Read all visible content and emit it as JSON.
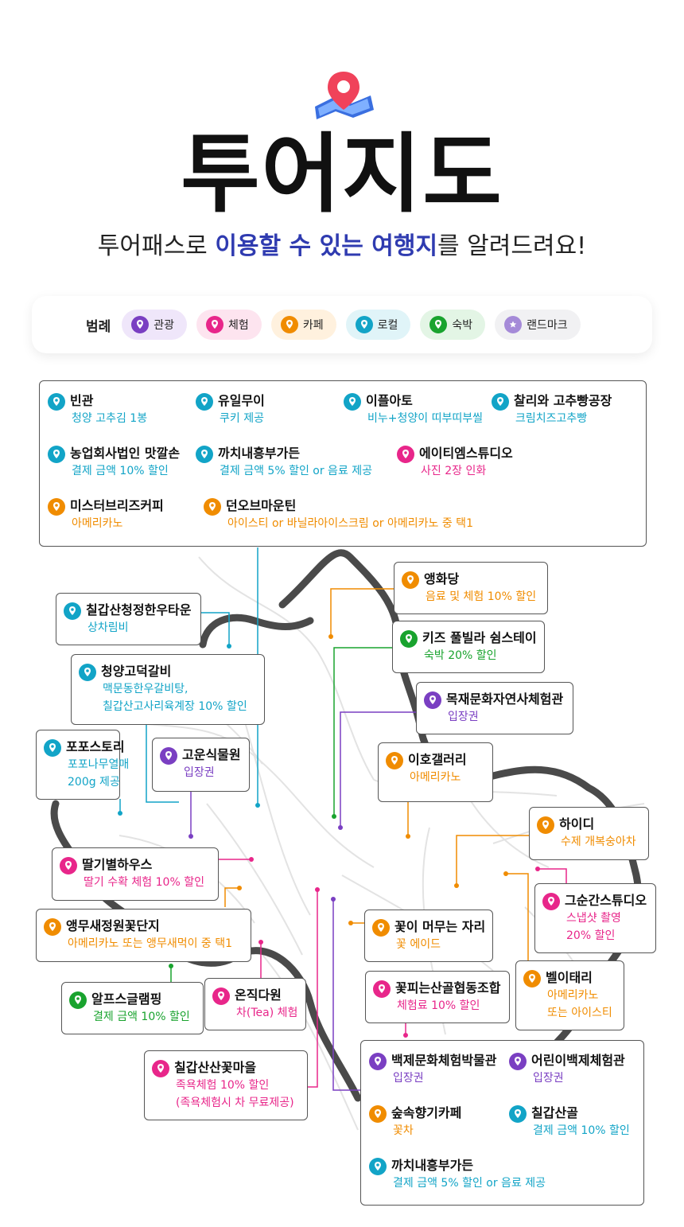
{
  "header": {
    "title": "투어지도",
    "subtitle_pre": "투어패스로 ",
    "subtitle_highlight1": "이용할 수 있는 여행지",
    "subtitle_post": "를 알려드려요!"
  },
  "legend": {
    "label": "범례",
    "items": [
      {
        "label": "관광",
        "color": "#7a3fc2",
        "bg": "#efe6fa"
      },
      {
        "label": "체험",
        "color": "#e8268a",
        "bg": "#fde4ef"
      },
      {
        "label": "카페",
        "color": "#f08c00",
        "bg": "#fff1de"
      },
      {
        "label": "로컬",
        "color": "#12a4c7",
        "bg": "#e0f4f8"
      },
      {
        "label": "숙박",
        "color": "#19a32e",
        "bg": "#e3f5e5"
      },
      {
        "label": "랜드마크",
        "color": "#a58ad8",
        "bg": "#f1f1f3"
      }
    ]
  },
  "colors": {
    "tour": "#7a3fc2",
    "exp": "#e8268a",
    "cafe": "#f08c00",
    "local": "#12a4c7",
    "stay": "#19a32e"
  },
  "top_box": [
    {
      "name": "빈관",
      "desc": "청양 고추김 1봉",
      "cat": "local"
    },
    {
      "name": "유일무이",
      "desc": "쿠키 제공",
      "cat": "local"
    },
    {
      "name": "이플아토",
      "desc": "비누+청양이 띠부띠부씰",
      "cat": "local"
    },
    {
      "name": "찰리와 고추빵공장",
      "desc": "크림치즈고추빵",
      "cat": "local"
    },
    {
      "name": "농업회사법인 맛깔손",
      "desc": "결제 금액 10% 할인",
      "cat": "local"
    },
    {
      "name": "까치내흥부가든",
      "desc": "결제 금액 5% 할인 or 음료 제공",
      "cat": "local"
    },
    {
      "name": "에이티엠스튜디오",
      "desc": "사진 2장 인화",
      "cat": "exp"
    },
    {
      "name": "미스터브리즈커피",
      "desc": "아메리카노",
      "cat": "cafe"
    },
    {
      "name": "던오브마운틴",
      "desc": "아이스티 or 바닐라아이스크림 or 아메리카노 중 택1",
      "cat": "cafe"
    }
  ],
  "map_places": {
    "aengwhadang": {
      "name": "앵화당",
      "desc": "음료 및 체험 10% 할인",
      "cat": "cafe"
    },
    "chilgap_hanwoo": {
      "name": "칠갑산청정한우타운",
      "desc": "상차림비",
      "cat": "local"
    },
    "kids_pool": {
      "name": "키즈 풀빌라 쉼스테이",
      "desc": "숙박 20% 할인",
      "cat": "stay"
    },
    "galbi": {
      "name": "청양고덕갈비",
      "desc": "맥문동한우갈비탕,",
      "desc2": "칠갑산고사리육계장 10% 할인",
      "cat": "local"
    },
    "mokjae": {
      "name": "목재문화자연사체험관",
      "desc": "입장권",
      "cat": "tour"
    },
    "popo": {
      "name": "포포스토리",
      "desc": "포포나무열매",
      "desc2": "200g 제공",
      "cat": "local"
    },
    "goun": {
      "name": "고운식물원",
      "desc": "입장권",
      "cat": "tour"
    },
    "iho": {
      "name": "이호갤러리",
      "desc": "아메리카노",
      "cat": "cafe"
    },
    "haidi": {
      "name": "하이디",
      "desc": "수제 개복숭아차",
      "cat": "cafe"
    },
    "ddalgi": {
      "name": "딸기별하우스",
      "desc": "딸기 수확 체험 10% 할인",
      "cat": "exp"
    },
    "geusungan": {
      "name": "그순간스튜디오",
      "desc": "스냅샷 촬영",
      "desc2": "20% 할인",
      "cat": "exp"
    },
    "aengmu": {
      "name": "앵무새정원꽃단지",
      "desc": "아메리카노 또는 앵무새먹이 중 택1",
      "cat": "cafe"
    },
    "kkot_jari": {
      "name": "꽃이 머무는 자리",
      "desc": "꽃 에이드",
      "cat": "cafe"
    },
    "alps": {
      "name": "알프스글램핑",
      "desc": "결제 금액 10% 할인",
      "cat": "stay"
    },
    "onjik": {
      "name": "온직다원",
      "desc": "차(Tea) 체험",
      "cat": "exp"
    },
    "kkotpi": {
      "name": "꽃피는산골협동조합",
      "desc": "체험료 10% 할인",
      "cat": "exp"
    },
    "bell": {
      "name": "벨이태리",
      "desc": "아메리카노",
      "desc2": "또는 아이스티",
      "cat": "cafe"
    },
    "sankkot": {
      "name": "칠갑산산꽃마을",
      "desc": "족욕체험 10% 할인",
      "desc2": "(족욕체험시 차 무료제공)",
      "cat": "exp"
    }
  },
  "bottom_box": [
    {
      "name": "백제문화체험박물관",
      "desc": "입장권",
      "cat": "tour"
    },
    {
      "name": "어린이백제체험관",
      "desc": "입장권",
      "cat": "tour"
    },
    {
      "name": "숲속향기카페",
      "desc": "꽃차",
      "cat": "cafe"
    },
    {
      "name": "칠갑산골",
      "desc": "결제 금액 10% 할인",
      "cat": "local"
    },
    {
      "name": "까치내흥부가든",
      "desc": "결제 금액 5% 할인 or 음료 제공",
      "cat": "local"
    }
  ]
}
